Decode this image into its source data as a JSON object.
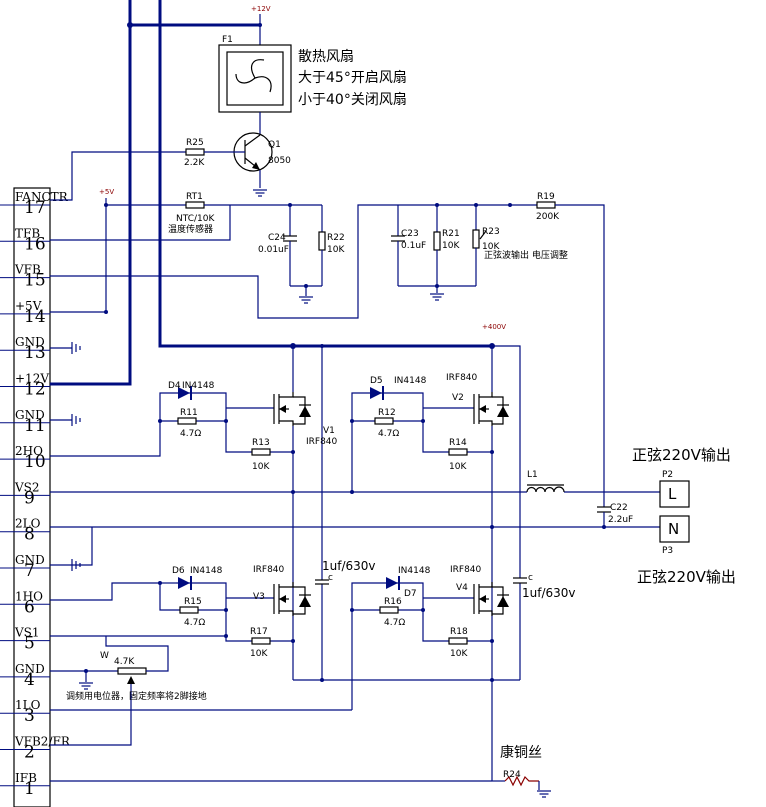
{
  "ic": {
    "pins": [
      {
        "num": "17",
        "name": "FANCTR"
      },
      {
        "num": "16",
        "name": "TFB"
      },
      {
        "num": "15",
        "name": "VFB"
      },
      {
        "num": "14",
        "name": "+5V"
      },
      {
        "num": "13",
        "name": "GND"
      },
      {
        "num": "12",
        "name": "+12V"
      },
      {
        "num": "11",
        "name": "GND"
      },
      {
        "num": "10",
        "name": "2HO"
      },
      {
        "num": "9",
        "name": "VS2"
      },
      {
        "num": "8",
        "name": "2LO"
      },
      {
        "num": "7",
        "name": "GND"
      },
      {
        "num": "6",
        "name": "1HO"
      },
      {
        "num": "5",
        "name": "VS1"
      },
      {
        "num": "4",
        "name": "GND"
      },
      {
        "num": "3",
        "name": "1LO"
      },
      {
        "num": "2",
        "name": "VFB2/FR"
      },
      {
        "num": "1",
        "name": "IFB"
      }
    ]
  },
  "rails": {
    "v12": "+12V",
    "v5": "+5V",
    "v400": "+400V"
  },
  "fan": {
    "ref": "F1",
    "desc": "散热风扇",
    "on_text": "大于45°开启风扇",
    "off_text": "小于40°关闭风扇"
  },
  "q1": {
    "ref": "Q1",
    "part": "8050"
  },
  "r25": {
    "ref": "R25",
    "value": "2.2K"
  },
  "rt1": {
    "ref": "RT1",
    "value": "NTC/10K",
    "desc": "温度传感器"
  },
  "c24": {
    "ref": "C24",
    "value": "0.01uF"
  },
  "r22": {
    "ref": "R22",
    "value": "10K"
  },
  "c23": {
    "ref": "C23",
    "value": "0.1uF"
  },
  "r21": {
    "ref": "R21",
    "value": "10K"
  },
  "r23": {
    "ref": "R23",
    "value": "10K",
    "desc": "正弦波输出 电压调整"
  },
  "r19": {
    "ref": "R19",
    "value": "200K"
  },
  "d4": {
    "ref": "D4",
    "part": "IN4148"
  },
  "d5": {
    "ref": "D5",
    "part": "IN4148"
  },
  "d6": {
    "ref": "D6",
    "part": "IN4148"
  },
  "d7": {
    "ref": "D7",
    "part": "IN4148"
  },
  "r11": {
    "ref": "R11",
    "value": "4.7Ω"
  },
  "r12": {
    "ref": "R12",
    "value": "4.7Ω"
  },
  "r15": {
    "ref": "R15",
    "value": "4.7Ω"
  },
  "r16": {
    "ref": "R16",
    "value": "4.7Ω"
  },
  "r13": {
    "ref": "R13",
    "value": "10K"
  },
  "r14": {
    "ref": "R14",
    "value": "10K"
  },
  "r17": {
    "ref": "R17",
    "value": "10K"
  },
  "r18": {
    "ref": "R18",
    "value": "10K"
  },
  "v1": {
    "ref": "V1",
    "part": "IRF840"
  },
  "v2": {
    "ref": "V2",
    "part": "IRF840"
  },
  "v3": {
    "ref": "V3",
    "part": "IRF840"
  },
  "v4": {
    "ref": "V4",
    "part": "IRF840"
  },
  "c_left": {
    "ref": "c",
    "value": "1uf/630v"
  },
  "c_right": {
    "ref": "c",
    "value": "1uf/630v"
  },
  "l1": {
    "ref": "L1"
  },
  "c22": {
    "ref": "C22",
    "value": "2.2uF"
  },
  "p2": {
    "ref": "P2",
    "label": "L",
    "desc": "正弦220V输出"
  },
  "p3": {
    "ref": "P3",
    "label": "N",
    "desc": "正弦220V输出"
  },
  "pot": {
    "ref": "W",
    "value": "4.7K",
    "desc": "调频用电位器，固定频率将2脚接地"
  },
  "r24": {
    "ref": "R24",
    "desc": "康铜丝"
  }
}
